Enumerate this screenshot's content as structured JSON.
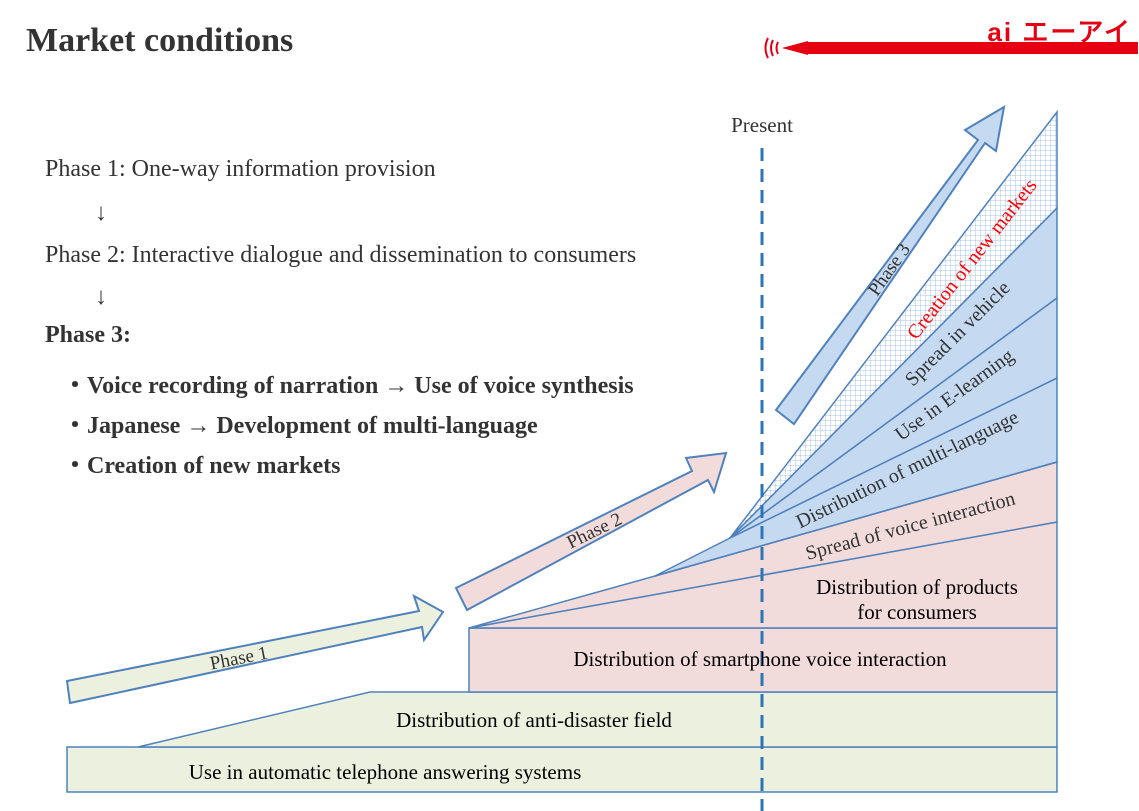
{
  "title": "Market conditions",
  "logo": {
    "text": "エーアイ",
    "mark": "ai",
    "icon": "sound-wave-icon",
    "color": "#e60012"
  },
  "phases": {
    "phase1": "Phase 1: One-way  information  provision",
    "arrow1": "↓",
    "phase2": "Phase 2: Interactive dialogue and dissemination to consumers",
    "arrow2": "↓",
    "phase3_heading": "Phase 3:",
    "bullets": [
      "・Voice recording of narration → Use of voice synthesis",
      "・Japanese → Development of multi-language",
      "・Creation of new markets"
    ]
  },
  "diagram": {
    "present_label": "Present",
    "arrows": [
      "Phase 1",
      "Phase 2",
      "Phase 3"
    ],
    "bands": {
      "telephone": "Use in automatic telephone answering systems",
      "anti_disaster": "Distribution of anti-disaster field",
      "smartphone": "Distribution of smartphone voice interaction",
      "products_line1": "Distribution of products",
      "products_line2": "for consumers",
      "voice_interaction": "Spread of voice interaction",
      "multi_language": "Distribution of multi-language",
      "e_learning": "Use in E-learning",
      "vehicle": "Spread in vehicle",
      "new_markets": "Creation of new markets"
    },
    "colors": {
      "green": "#ebf1de",
      "pink": "#f2dcdb",
      "blue": "#c5d9f1",
      "border": "#4f81bd",
      "new_markets_text": "#ff0000"
    }
  }
}
